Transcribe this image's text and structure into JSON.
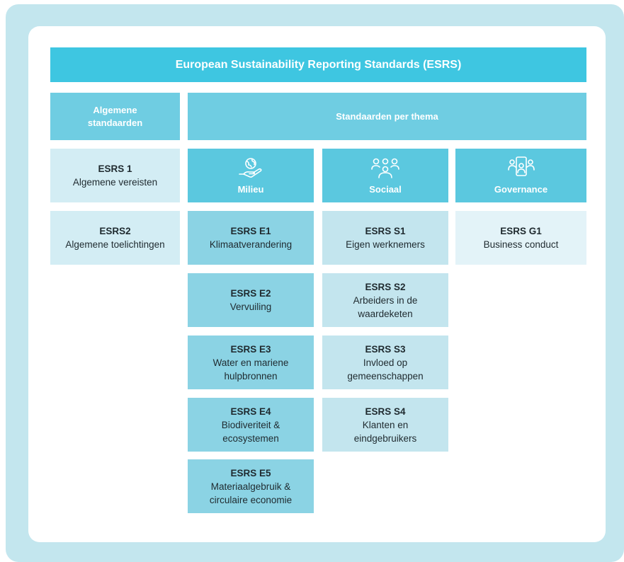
{
  "title": "European Sustainability Reporting Standards (ESRS)",
  "headers": {
    "general": "Algemene standaarden",
    "themes": "Standaarden per thema"
  },
  "general": [
    {
      "code": "ESRS 1",
      "name": "Algemene vereisten"
    },
    {
      "code": "ESRS2",
      "name": "Algemene toelichtingen"
    }
  ],
  "milieu": {
    "label": "Milieu",
    "icon": "globe-hand-icon",
    "items": [
      {
        "code": "ESRS E1",
        "name": "Klimaatverandering"
      },
      {
        "code": "ESRS E2",
        "name": "Vervuiling"
      },
      {
        "code": "ESRS E3",
        "name": "Water en mariene hulpbronnen"
      },
      {
        "code": "ESRS E4",
        "name": "Biodiveriteit & ecosystemen"
      },
      {
        "code": "ESRS E5",
        "name": "Materiaalgebruik & circulaire economie"
      }
    ]
  },
  "sociaal": {
    "label": "Sociaal",
    "icon": "people-group-icon",
    "items": [
      {
        "code": "ESRS S1",
        "name": "Eigen werknemers"
      },
      {
        "code": "ESRS S2",
        "name": "Arbeiders in de waardeketen"
      },
      {
        "code": "ESRS S3",
        "name": "Invloed op gemeenschappen"
      },
      {
        "code": "ESRS S4",
        "name": "Klanten en eindgebruikers"
      }
    ]
  },
  "governance": {
    "label": "Governance",
    "icon": "board-meeting-icon",
    "items": [
      {
        "code": "ESRS G1",
        "name": "Business conduct"
      }
    ]
  },
  "colors": {
    "title_bar": "#3ec6e1",
    "header": "#6fcde2",
    "theme_header": "#5bc8df",
    "general": "#d3edf4",
    "milieu": "#8bd3e4",
    "sociaal": "#c3e5ee",
    "governance": "#e3f3f8",
    "frame": "#c3e6ee"
  }
}
